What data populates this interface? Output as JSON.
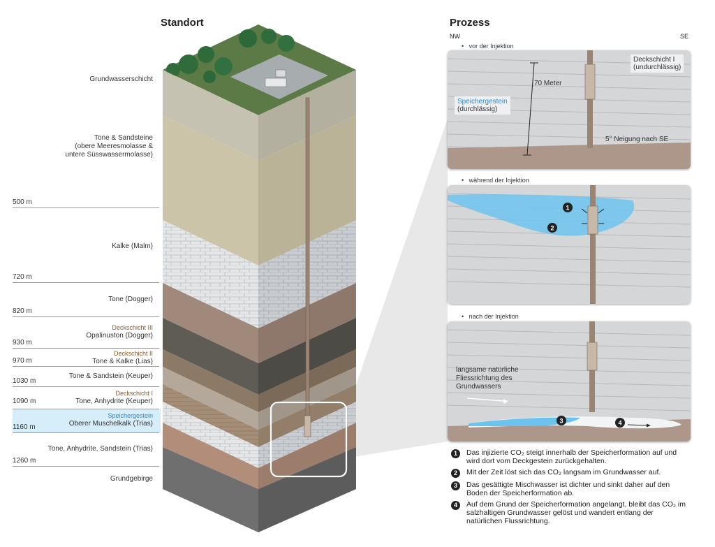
{
  "titles": {
    "left": "Standort",
    "right": "Prozess"
  },
  "directions": {
    "nw": "NW",
    "se": "SE"
  },
  "layers": [
    {
      "name": "Grundwasserschicht"
    },
    {
      "name": "Tone & Sandsteine\n(obere Meeresmolasse &\nuntere Süsswassermolasse)"
    },
    {
      "name": "Kalke (Malm)"
    },
    {
      "name": "Tone (Dogger)"
    },
    {
      "cap": "Deckschicht III",
      "name": "Opalinuston (Dogger)"
    },
    {
      "cap": "Deckschicht II",
      "name": "Tone & Kalke (Lias)"
    },
    {
      "name": "Tone & Sandstein (Keuper)"
    },
    {
      "cap": "Deckschicht I",
      "name": "Tone, Anhydrite (Keuper)"
    },
    {
      "cap": "Speichergestein",
      "name": "Oberer Muschelkalk (Trias)"
    },
    {
      "name": "Tone, Anhydrite, Sandstein (Trias)"
    },
    {
      "name": "Grundgebirge"
    }
  ],
  "depths": [
    "500 m",
    "720 m",
    "820 m",
    "930 m",
    "970 m",
    "1030 m",
    "1090 m",
    "1160 m",
    "1260 m"
  ],
  "panels": [
    {
      "bullet": "vor der Injektion",
      "deck1": "Deckschicht I",
      "deck2": "(undurchlässig)",
      "meter": "70 Meter",
      "speicher": "Speichergestein",
      "durch": "(durchlässig)",
      "tilt": "5° Neigung nach SE"
    },
    {
      "bullet": "während der Injektion"
    },
    {
      "bullet": "nach der Injektion",
      "flow1": "langsame natürliche",
      "flow2": "Fliessrichtung des",
      "flow3": "Grundwassers"
    }
  ],
  "steps": [
    {
      "n": "1",
      "text": "Das injizierte CO₂ steigt innerhalb der Speicherformation auf und wird dort vom Deckgestein zurückgehalten."
    },
    {
      "n": "2",
      "text": "Mit der Zeit löst sich das CO₂ langsam im Grundwasser auf."
    },
    {
      "n": "3",
      "text": "Das gesättigte Mischwasser ist dichter und sinkt daher auf den Boden der Speicherformation ab."
    },
    {
      "n": "4",
      "text": "Auf dem Grund der Speicherformation angelangt, bleibt das CO₂ im salzhaltigen Grundwasser gelöst und wandert entlang der natürlichen Flussrichtung."
    }
  ],
  "colors": {
    "blue_co2": "#6cc4ee",
    "speicher_band": "#d6eefa",
    "accent_blue": "#2a8ad0",
    "deck_brown": "#8a5a2a"
  }
}
